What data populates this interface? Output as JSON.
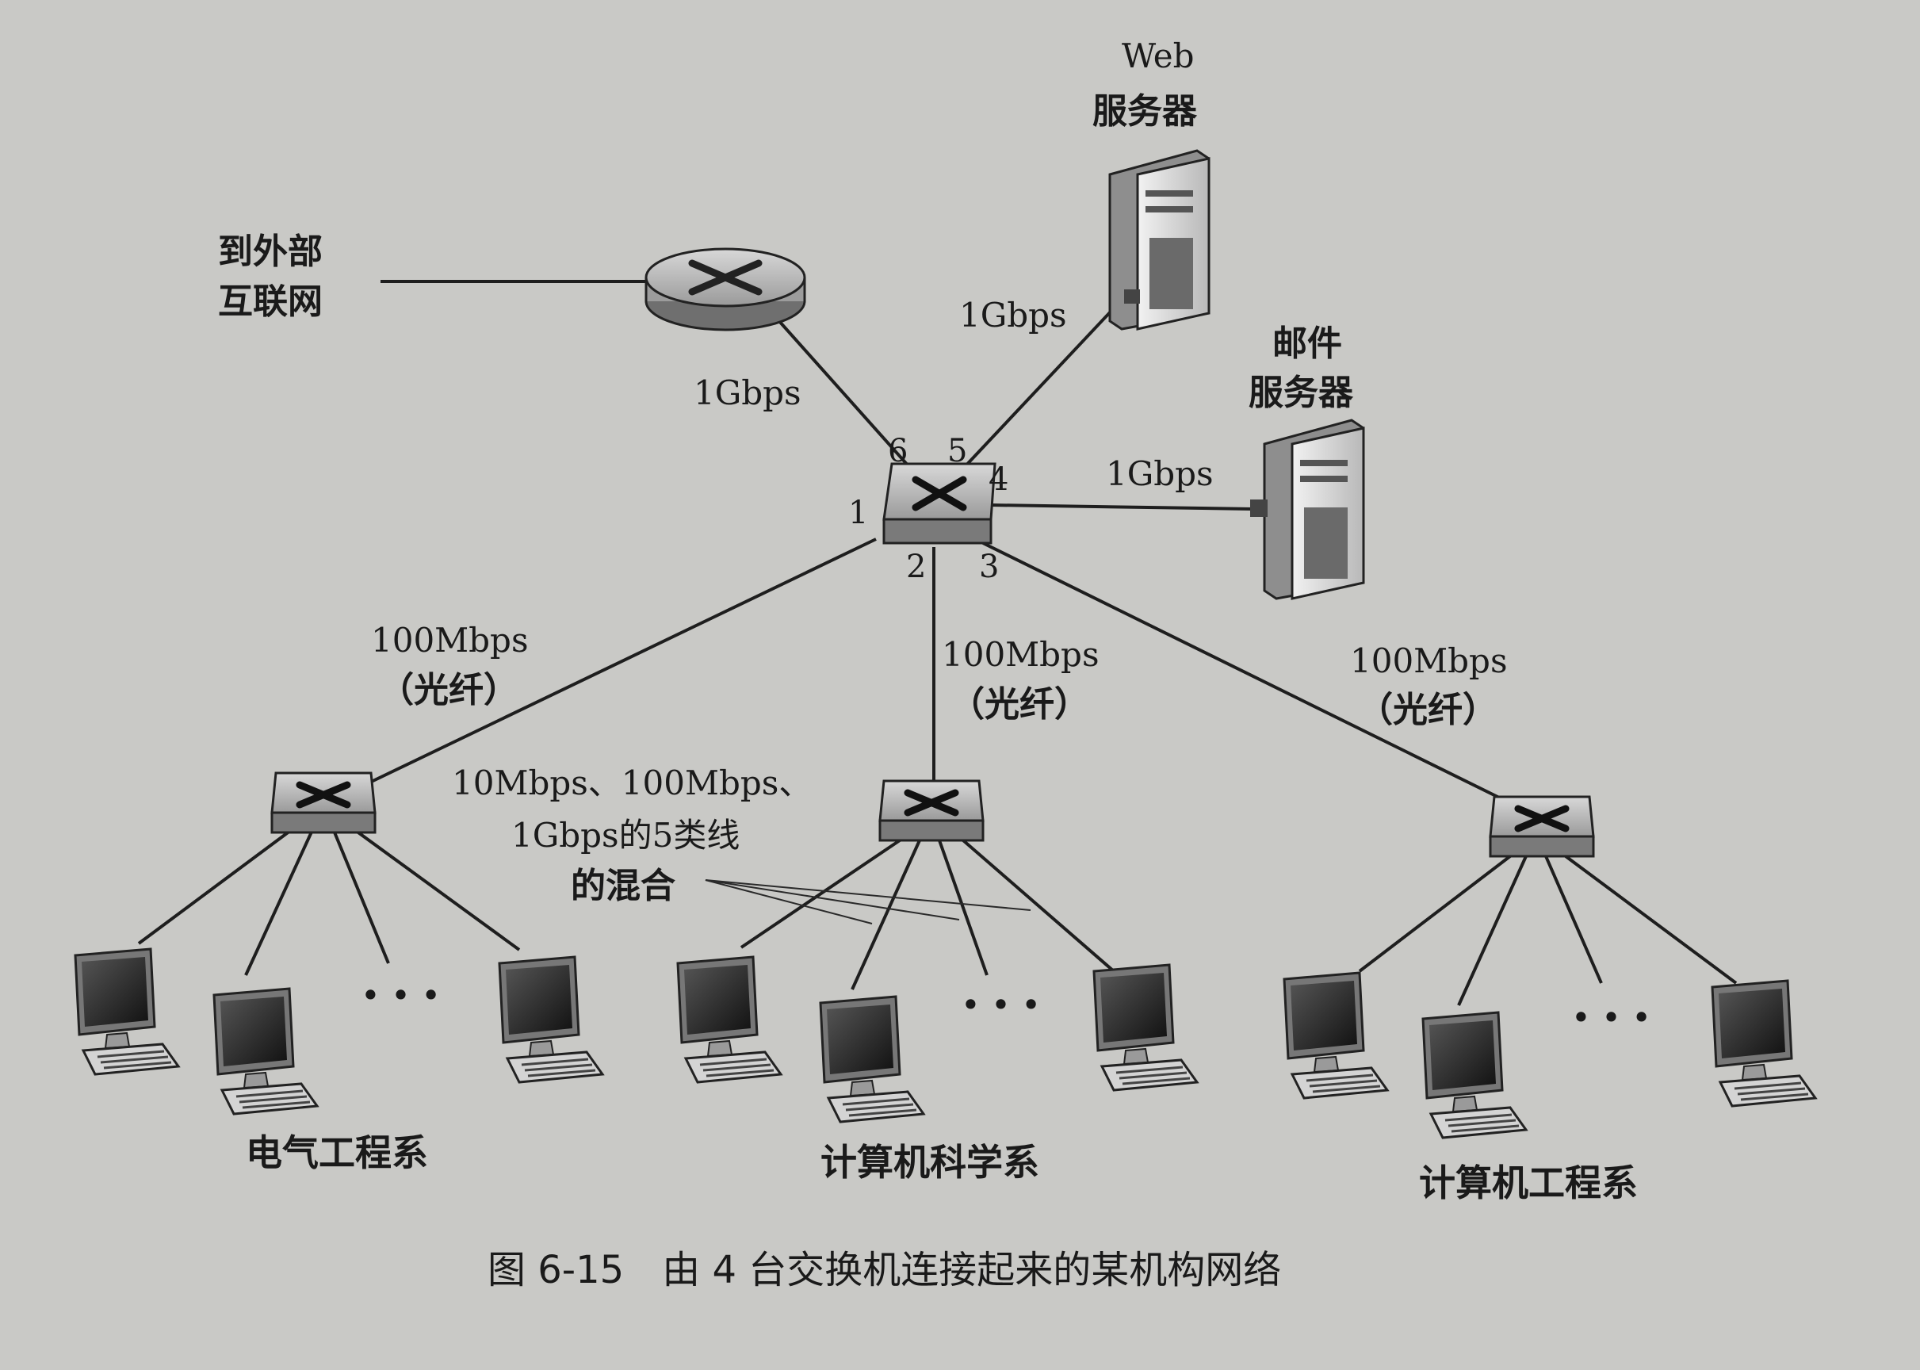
{
  "diagram": {
    "external": {
      "line1": "到外部",
      "line2": "互联网"
    },
    "web_server": {
      "line1": "Web",
      "line2": "服务器"
    },
    "mail_server": {
      "line1": "邮件",
      "line2": "服务器"
    },
    "link_router": "1Gbps",
    "link_web": "1Gbps",
    "link_mail": "1Gbps",
    "ports": {
      "p1": "1",
      "p2": "2",
      "p3": "3",
      "p4": "4",
      "p5": "5",
      "p6": "6"
    },
    "uplink_ee": {
      "speed": "100Mbps",
      "medium": "（光纤）"
    },
    "uplink_cs": {
      "speed": "100Mbps",
      "medium": "（光纤）"
    },
    "uplink_ce": {
      "speed": "100Mbps",
      "medium": "（光纤）"
    },
    "access_note": {
      "line1": "10Mbps、100Mbps、",
      "line2": "1Gbps的5类线",
      "line3": "的混合"
    },
    "dept_ee": "电气工程系",
    "dept_cs": "计算机科学系",
    "dept_ce": "计算机工程系",
    "ellipsis": "• • •",
    "caption": "图 6-15　由 4 台交换机连接起来的某机构网络"
  }
}
